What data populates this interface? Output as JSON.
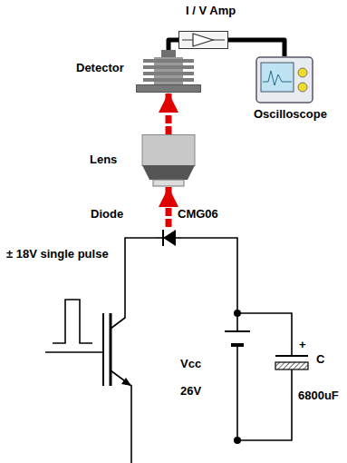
{
  "diagram": {
    "nodes": [
      {
        "text": [
          "I / V Amp"
        ]
      },
      {
        "text": [
          "Detector"
        ]
      },
      {
        "text": [
          "Oscilloscope"
        ]
      },
      {
        "text": [
          "Lens"
        ]
      },
      {
        "text": [
          "Diode",
          "CMG06"
        ]
      }
    ],
    "edges": [
      {
        "from": 1,
        "to": 0,
        "arrow": "none"
      },
      {
        "from": 0,
        "to": 2,
        "arrow": "none"
      },
      {
        "from": 4,
        "to": 3,
        "arrow": "to"
      },
      {
        "from": 3,
        "to": 1,
        "arrow": "to"
      }
    ],
    "labels": [
      "± 18V single pulse",
      "Vcc",
      "26V",
      "+",
      "C",
      "6800uF"
    ]
  }
}
